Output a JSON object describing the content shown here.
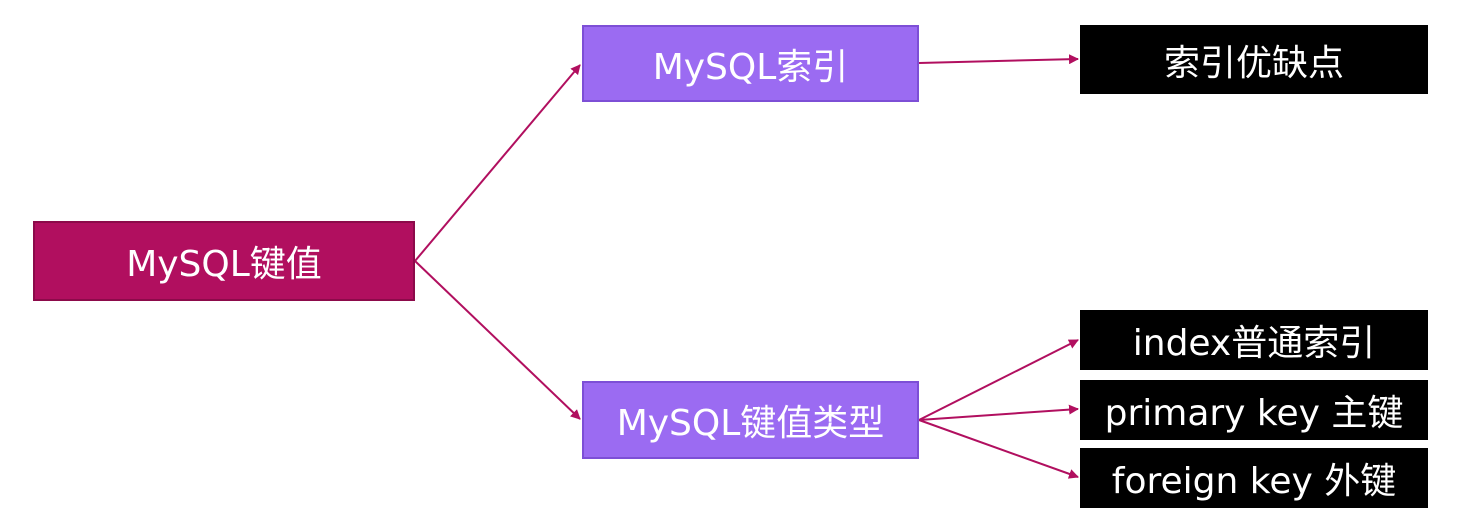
{
  "diagram": {
    "colors": {
      "root_fill": "#b10f5f",
      "mid_fill": "#9b6bf2",
      "leaf_fill": "#000000",
      "connector": "#b10f5f",
      "text": "#ffffff"
    },
    "root": {
      "label": "MySQL键值"
    },
    "branches": [
      {
        "label": "MySQL索引",
        "children": [
          {
            "label": "索引优缺点"
          }
        ]
      },
      {
        "label": "MySQL键值类型",
        "children": [
          {
            "label": "index普通索引"
          },
          {
            "label": "primary key 主键"
          },
          {
            "label": "foreign key 外键"
          }
        ]
      }
    ]
  }
}
